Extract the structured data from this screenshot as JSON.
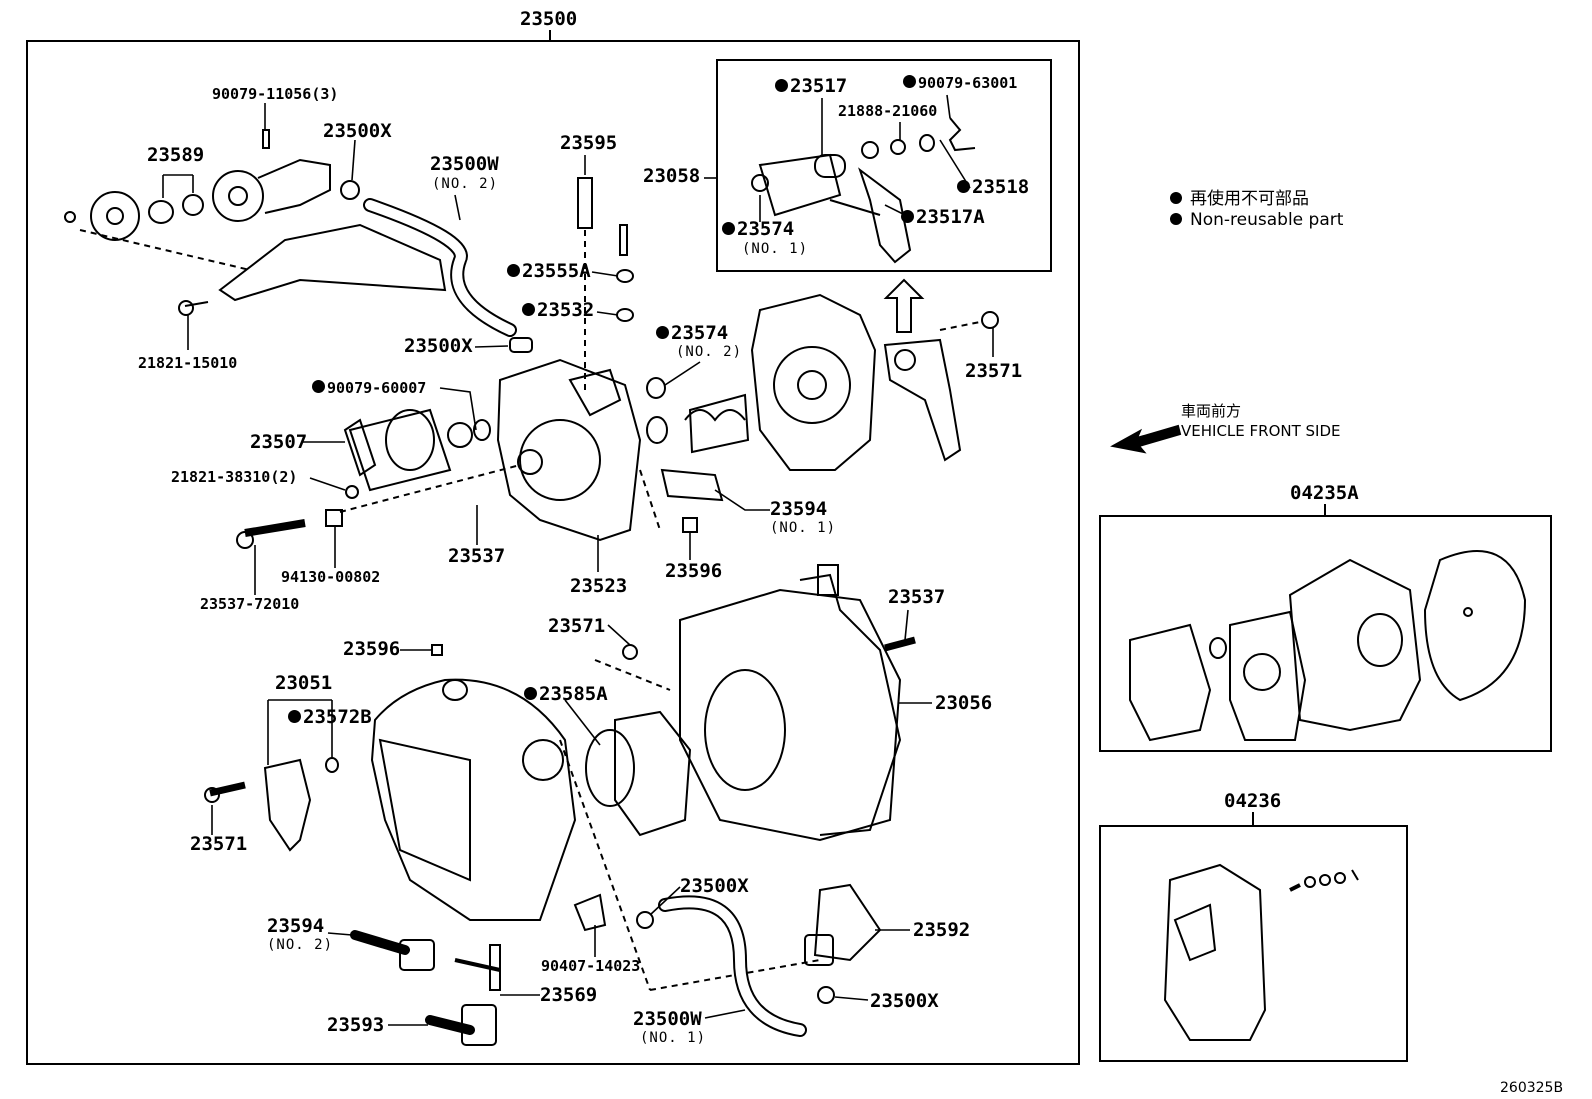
{
  "assembly_number": "23500",
  "legend": {
    "line_jp": "再使用不可部品",
    "line_en": "Non-reusable part"
  },
  "direction": {
    "jp": "車両前方",
    "en": "VEHICLE FRONT SIDE"
  },
  "kits": [
    {
      "number": "04235A"
    },
    {
      "number": "04236"
    }
  ],
  "inset": {
    "ref": "23058",
    "parts": [
      {
        "num": "23517",
        "bullet": true
      },
      {
        "num": "90079-63001",
        "bullet": true
      },
      {
        "num": "21888-21060",
        "bullet": false
      },
      {
        "num": "23518",
        "bullet": true
      },
      {
        "num": "23517A",
        "bullet": true
      },
      {
        "num": "23574",
        "sub": "(NO. 1)",
        "bullet": true
      }
    ]
  },
  "parts": [
    {
      "num": "90079-11056(3)",
      "bullet": false
    },
    {
      "num": "23589",
      "bullet": false
    },
    {
      "num": "23500X",
      "bullet": false
    },
    {
      "num": "23500W",
      "sub": "(NO. 2)",
      "bullet": false
    },
    {
      "num": "23595",
      "bullet": false
    },
    {
      "num": "23555A",
      "bullet": true
    },
    {
      "num": "23532",
      "bullet": true
    },
    {
      "num": "21821-15010",
      "bullet": false
    },
    {
      "num": "23500X",
      "bullet": false
    },
    {
      "num": "23574",
      "sub": "(NO. 2)",
      "bullet": true
    },
    {
      "num": "90079-60007",
      "bullet": true
    },
    {
      "num": "23507",
      "bullet": false
    },
    {
      "num": "21821-38310(2)",
      "bullet": false
    },
    {
      "num": "23537",
      "bullet": false
    },
    {
      "num": "23537-72010",
      "bullet": false
    },
    {
      "num": "94130-00802",
      "bullet": false
    },
    {
      "num": "23523",
      "bullet": false
    },
    {
      "num": "23594",
      "sub": "(NO. 1)",
      "bullet": false
    },
    {
      "num": "23596",
      "bullet": false
    },
    {
      "num": "23571",
      "bullet": false
    },
    {
      "num": "23571",
      "bullet": false
    },
    {
      "num": "23537",
      "bullet": false
    },
    {
      "num": "23596",
      "bullet": false
    },
    {
      "num": "23585A",
      "bullet": true
    },
    {
      "num": "23056",
      "bullet": false
    },
    {
      "num": "23051",
      "bullet": false
    },
    {
      "num": "23572B",
      "bullet": true
    },
    {
      "num": "23571",
      "bullet": false
    },
    {
      "num": "23500X",
      "bullet": false
    },
    {
      "num": "23592",
      "bullet": false
    },
    {
      "num": "23594",
      "sub": "(NO. 2)",
      "bullet": false
    },
    {
      "num": "90407-14023",
      "bullet": false
    },
    {
      "num": "23569",
      "bullet": false
    },
    {
      "num": "23500X",
      "bullet": false
    },
    {
      "num": "23593",
      "bullet": false
    },
    {
      "num": "23500W",
      "sub": "(NO. 1)",
      "bullet": false
    }
  ],
  "illustration_code": "260325B"
}
